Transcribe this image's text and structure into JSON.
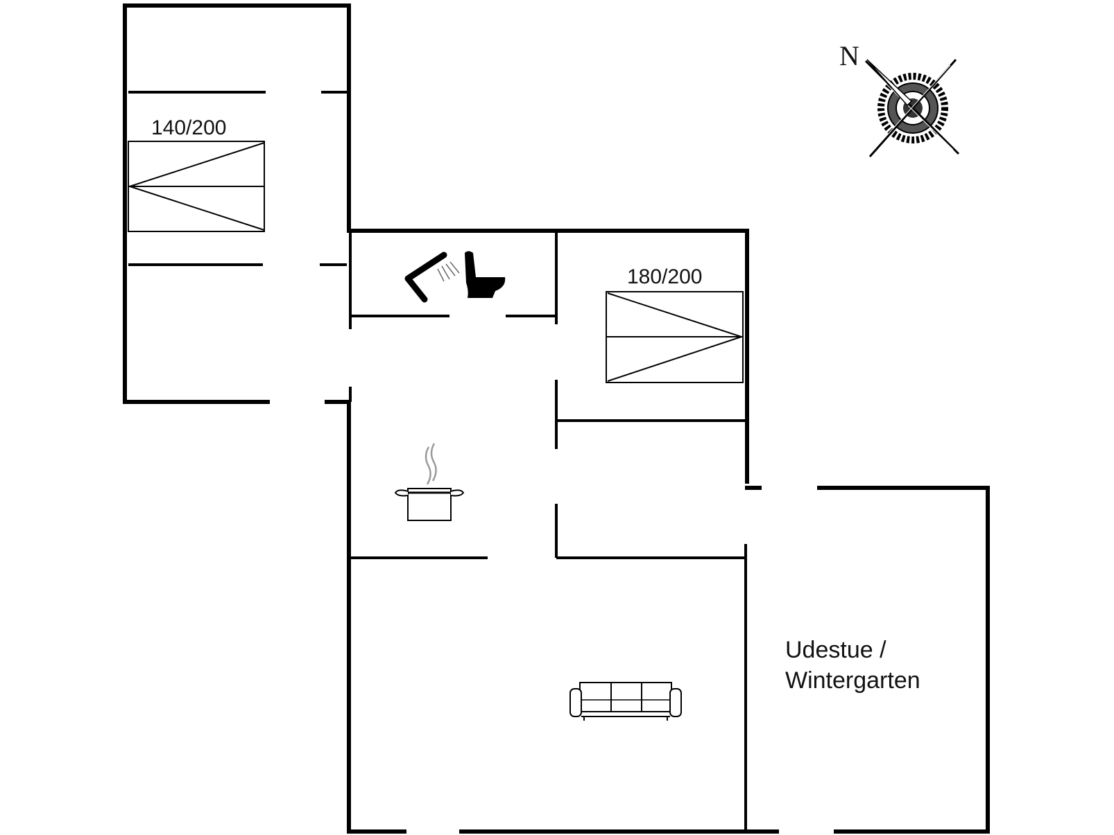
{
  "floor_plan": {
    "compass": {
      "north_label": "N"
    },
    "beds": [
      {
        "id": "bedroom-1",
        "size_label": "140/200"
      },
      {
        "id": "bedroom-2",
        "size_label": "180/200"
      }
    ],
    "rooms": {
      "sunroom": {
        "label_line1": "Udestue /",
        "label_line2": "Wintergarten"
      }
    },
    "icons": {
      "bathroom": [
        "shower-icon",
        "toilet-icon"
      ],
      "kitchen": [
        "cooking-pot-icon"
      ],
      "living_room": [
        "sofa-icon"
      ],
      "orientation": [
        "compass-rose-icon"
      ]
    },
    "colors": {
      "walls": "#000000",
      "background": "#ffffff"
    }
  }
}
